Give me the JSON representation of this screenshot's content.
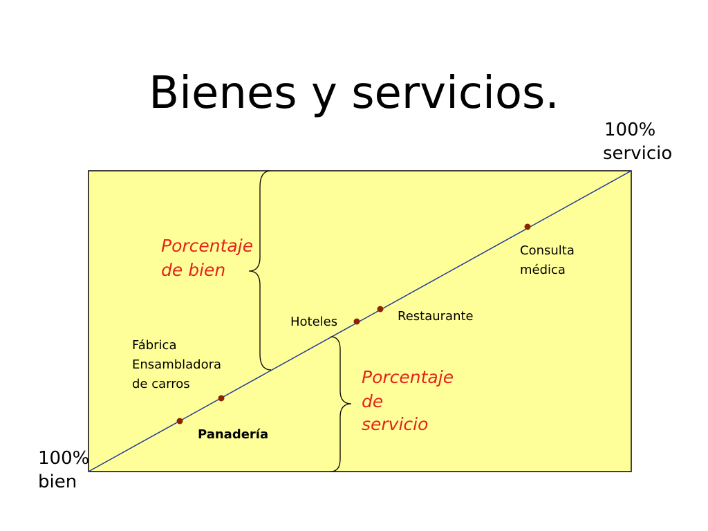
{
  "title": "Bienes y servicios.",
  "corners": {
    "top_right": [
      "100%",
      "servicio"
    ],
    "bottom_left": [
      "100%",
      "bien"
    ]
  },
  "brackets": {
    "bien": [
      "Porcentaje",
      "de bien"
    ],
    "servicio": [
      "Porcentaje",
      "de",
      "servicio"
    ]
  },
  "points": [
    {
      "id": "panaderia",
      "lines": [
        "Panadería"
      ],
      "bold": true
    },
    {
      "id": "fabrica",
      "lines": [
        "Fábrica",
        "Ensambladora",
        "de carros"
      ],
      "bold": false
    },
    {
      "id": "hoteles",
      "lines": [
        "Hoteles"
      ],
      "bold": false
    },
    {
      "id": "restaurante",
      "lines": [
        "Restaurante"
      ],
      "bold": false
    },
    {
      "id": "consulta",
      "lines": [
        "Consulta",
        "médica"
      ],
      "bold": false
    }
  ],
  "colors": {
    "panel_fill": "#ffff99",
    "accent_text": "#e5231b",
    "point_fill": "#8b2500",
    "line": "#1f3a9a"
  }
}
